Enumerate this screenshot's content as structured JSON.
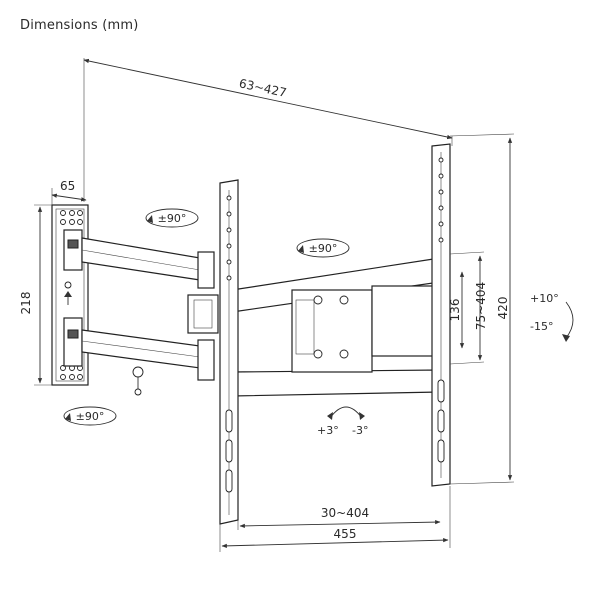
{
  "header": {
    "title": "Dimensions (mm)"
  },
  "dimensions": {
    "extension": "63~427",
    "depth_collapsed": "65",
    "wall_plate_height": "218",
    "vesa_vertical_min": "136",
    "vesa_vertical": "75~404",
    "rail_height": "420",
    "vesa_horizontal": "30~404",
    "rail_width": "455"
  },
  "rotations": {
    "arm_swivel_top": "±90°",
    "arm_swivel_bottom": "±90°",
    "head_swivel": "±90°",
    "tilt_up": "+10°",
    "tilt_down": "-15°",
    "level_plus": "+3°",
    "level_minus": "-3°"
  },
  "colors": {
    "line": "#333333",
    "background": "#ffffff"
  }
}
